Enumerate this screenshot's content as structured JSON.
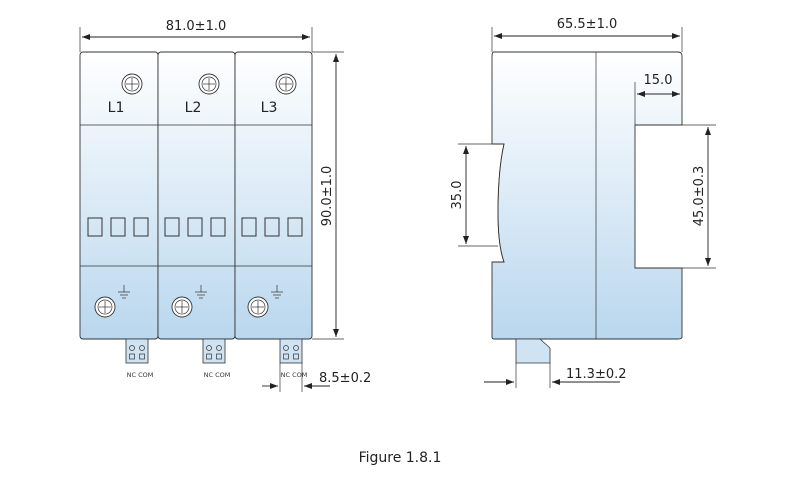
{
  "caption": "Figure 1.8.1",
  "front_view": {
    "width_dim": "81.0±1.0",
    "height_dim": "90.0±1.0",
    "terminal_dim": "8.5±0.2",
    "poles": [
      {
        "label": "L1",
        "terminal_label": "NC COM"
      },
      {
        "label": "L2",
        "terminal_label": "NC COM"
      },
      {
        "label": "L3",
        "terminal_label": "NC COM"
      }
    ]
  },
  "side_view": {
    "width_dim": "65.5±1.0",
    "step_dim": "15.0",
    "height_dim": "45.0±0.3",
    "rail_dim": "35.0",
    "foot_dim": "11.3±0.2"
  },
  "colors": {
    "body_top": "#ffffff",
    "body_bottom": "#b9d7ee",
    "line": "#222222"
  }
}
